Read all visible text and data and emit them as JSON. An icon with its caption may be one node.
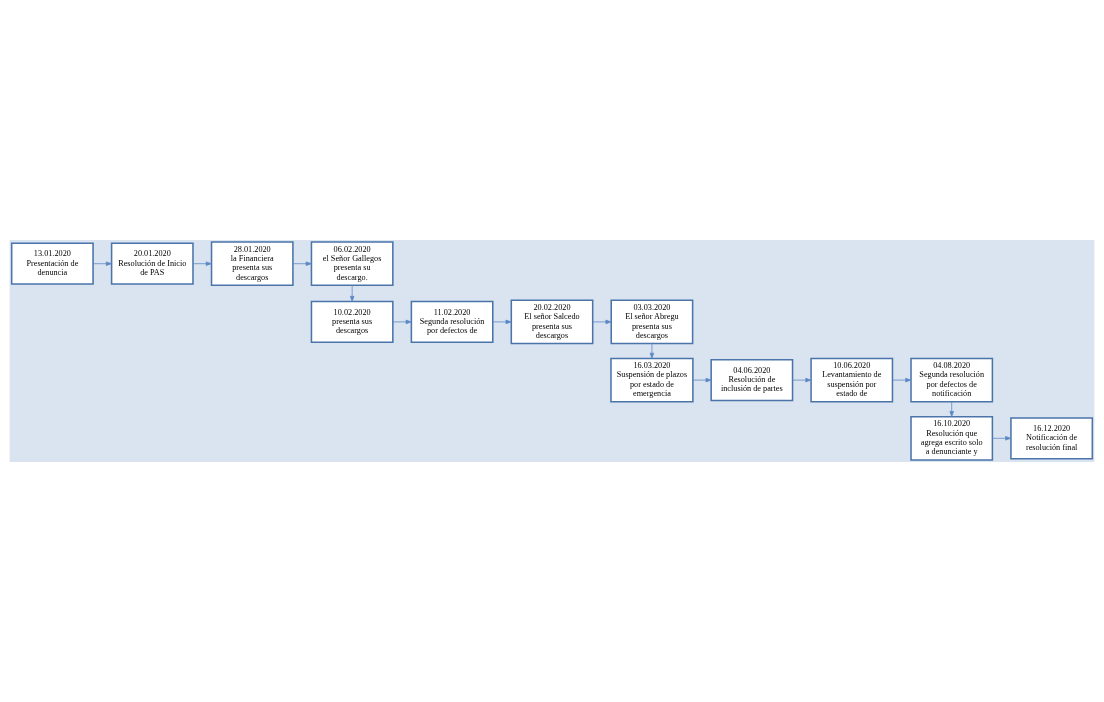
{
  "diagram": {
    "nodes": [
      {
        "text": [
          "13.01.2020",
          "Presentación de denuncia"
        ]
      },
      {
        "text": [
          "20.01.2020",
          "Resolución de Inicio de PAS"
        ]
      },
      {
        "text": [
          "28.01.2020",
          "la Financiera presenta sus descargos"
        ]
      },
      {
        "text": [
          "06.02.2020",
          "el Señor Gallegos presenta su descargo."
        ]
      },
      {
        "text": [
          "10.02.2020",
          "presenta sus descargos"
        ]
      },
      {
        "text": [
          "11.02.2020",
          "Segunda resolución por defectos de"
        ]
      },
      {
        "text": [
          "20.02.2020",
          "El señor Salcedo presenta sus descargos"
        ]
      },
      {
        "text": [
          "03.03.2020",
          "El señor Abregu presenta sus descargos"
        ]
      },
      {
        "text": [
          "16.03.2020",
          "Suspensión de plazos por estado de emergencia"
        ]
      },
      {
        "text": [
          "04.06.2020",
          "Resolución de inclusión de partes"
        ]
      },
      {
        "text": [
          "10.06.2020",
          "Levantamiento de suspensión por estado de"
        ]
      },
      {
        "text": [
          "04.08.2020",
          "Segunda resolución por defectos de notificación"
        ]
      },
      {
        "text": [
          "16.10.2020",
          "Resolución que agrega escrito solo a denunciante y"
        ]
      },
      {
        "text": [
          "16.12.2020",
          "Notificación de resolución final"
        ]
      }
    ],
    "edges": [
      {
        "from": 0,
        "to": 1,
        "arrow": "to"
      },
      {
        "from": 1,
        "to": 2,
        "arrow": "to"
      },
      {
        "from": 2,
        "to": 3,
        "arrow": "to"
      },
      {
        "from": 3,
        "to": 4,
        "arrow": "to"
      },
      {
        "from": 4,
        "to": 5,
        "arrow": "to"
      },
      {
        "from": 5,
        "to": 6,
        "arrow": "to"
      },
      {
        "from": 6,
        "to": 7,
        "arrow": "to"
      },
      {
        "from": 7,
        "to": 8,
        "arrow": "to"
      },
      {
        "from": 8,
        "to": 9,
        "arrow": "to"
      },
      {
        "from": 9,
        "to": 10,
        "arrow": "to"
      },
      {
        "from": 10,
        "to": 11,
        "arrow": "to"
      },
      {
        "from": 11,
        "to": 12,
        "arrow": "to"
      },
      {
        "from": 12,
        "to": 13,
        "arrow": "to"
      }
    ]
  }
}
